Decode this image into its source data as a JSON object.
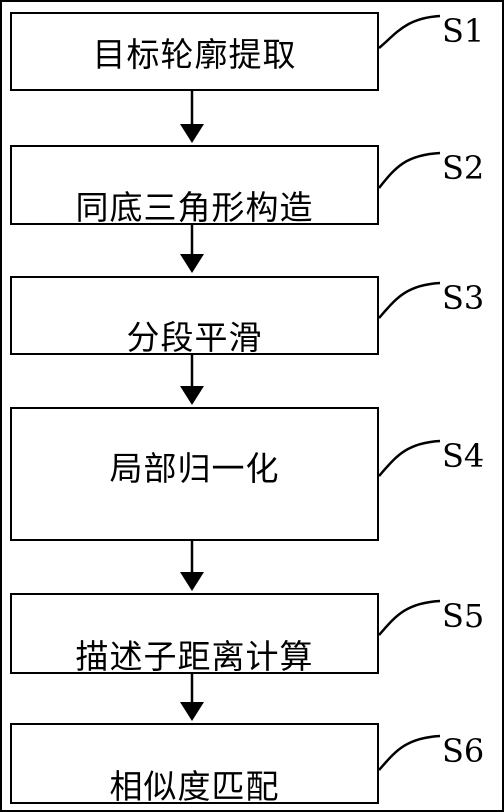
{
  "steps": [
    {
      "id": "S1",
      "text": "目标轮廓提取"
    },
    {
      "id": "S2",
      "text": "同底三角形构造"
    },
    {
      "id": "S3",
      "text": "分段平滑"
    },
    {
      "id": "S4",
      "text": "局部归一化"
    },
    {
      "id": "S5",
      "text": "描述子距离计算"
    },
    {
      "id": "S6",
      "text": "相似度匹配"
    }
  ],
  "colors": {
    "stroke": "#000000",
    "background": "#ffffff"
  }
}
